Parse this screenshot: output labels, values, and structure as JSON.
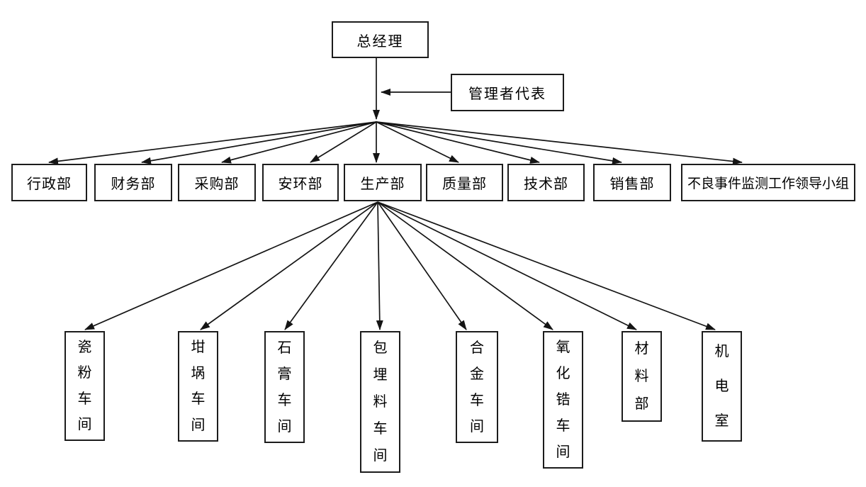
{
  "root": {
    "label": "总经理"
  },
  "staff": {
    "label": "管理者代表"
  },
  "departments": [
    {
      "label": "行政部"
    },
    {
      "label": "财务部"
    },
    {
      "label": "采购部"
    },
    {
      "label": "安环部"
    },
    {
      "label": "生产部"
    },
    {
      "label": "质量部"
    },
    {
      "label": "技术部"
    },
    {
      "label": "销售部"
    },
    {
      "label": "不良事件监测工作领导小组"
    }
  ],
  "production_units": [
    {
      "label": "瓷粉车间"
    },
    {
      "label": "坩埚车间"
    },
    {
      "label": "石膏车间"
    },
    {
      "label": "包埋料车间"
    },
    {
      "label": "合金车间"
    },
    {
      "label": "氧化锆车间"
    },
    {
      "label": "材料部"
    },
    {
      "label": "机电室"
    }
  ],
  "hierarchy": {
    "root_children": [
      "行政部",
      "财务部",
      "采购部",
      "安环部",
      "生产部",
      "质量部",
      "技术部",
      "销售部",
      "不良事件监测工作领导小组"
    ],
    "staff_reports_to": "总经理",
    "production_parent": "生产部"
  },
  "colors": {
    "line": "#141414",
    "box_border": "#1c1c1c",
    "background": "#ffffff",
    "text": "#000000"
  }
}
